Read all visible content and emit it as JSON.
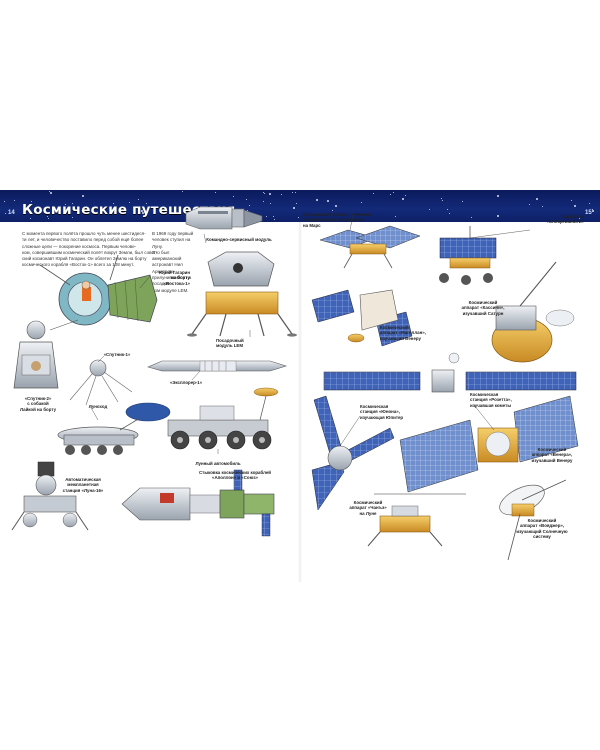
{
  "book": {
    "title": "Космические путешествия",
    "page_left": "14",
    "page_right": "15"
  },
  "intro_left": "С момента первого полёта прошло чуть менее шестидеся-\nти лет, и человечество поставило перед собой ещё более\nсложные цели — покорение космоса. Первым челове-\nком, совершившим космический полёт вокруг Земли, был совет-\nский космонавт Юрий Гагарин. Он облетел Землю на борту\nкосмического корабля «Восток-1» всего за 108 минут.",
  "intro_right": "В 1969 году первый\nчеловек ступил на Луну.\nЭто был американский\nастронавт Нил Армстронг,\nприлунившийся на посадоч-\nном модуле LEM.",
  "captions": {
    "command_module": "Командно-сервисный модуль",
    "gagarin": "Юрий Гагарин\nна борту\n«Востока-1»",
    "lem": "Посадочный\nмодуль LEM",
    "sputnik1": "«Спутник-1»",
    "explorer1": "«Эксплорер-1»",
    "sputnik2": "«Спутник-2»\nс собакой\nЛайкой на борту",
    "lunokhod": "Луноход",
    "lunar_rover": "Лунный автомобиль",
    "luna16": "Автоматическая\nмежпланетная\nстанция «Луна-16»",
    "apollo_soyuz": "Стыковка космических кораблей\n«Аполлон» и «Союз»",
    "phoenix": "Космический аппарат «Феникс»,\nсозданный для экспедиции\nна Марс",
    "opportunity": "Марсоход\n«Оппортьюнити»",
    "magellan": "Космический\nаппарат «Магеллан»,\nизучавший Венеру",
    "cassini": "Космический\nаппарат «Кассини»,\nизучавший Сатурн",
    "juno": "Космическая\nстанция «Юнона»,\nизучающая Юпитер",
    "rosetta": "Космическая\nстанция «Розетта»,\nизучавшая кометы",
    "venera": "Космический\nаппарат «Венера»,\nизучавший Венеру",
    "change": "Космический\nаппарат «Чанъэ»\nна Луне",
    "voyager": "Космический\nаппарат «Вояджер»,\nизучающий Солнечную\nсистему"
  },
  "colors": {
    "band": "#0e2066",
    "title_text": "#ffffff",
    "solar_panel": "#3f63b8",
    "gold_foil": "#e0a43a",
    "metal": "#c9ced6"
  }
}
